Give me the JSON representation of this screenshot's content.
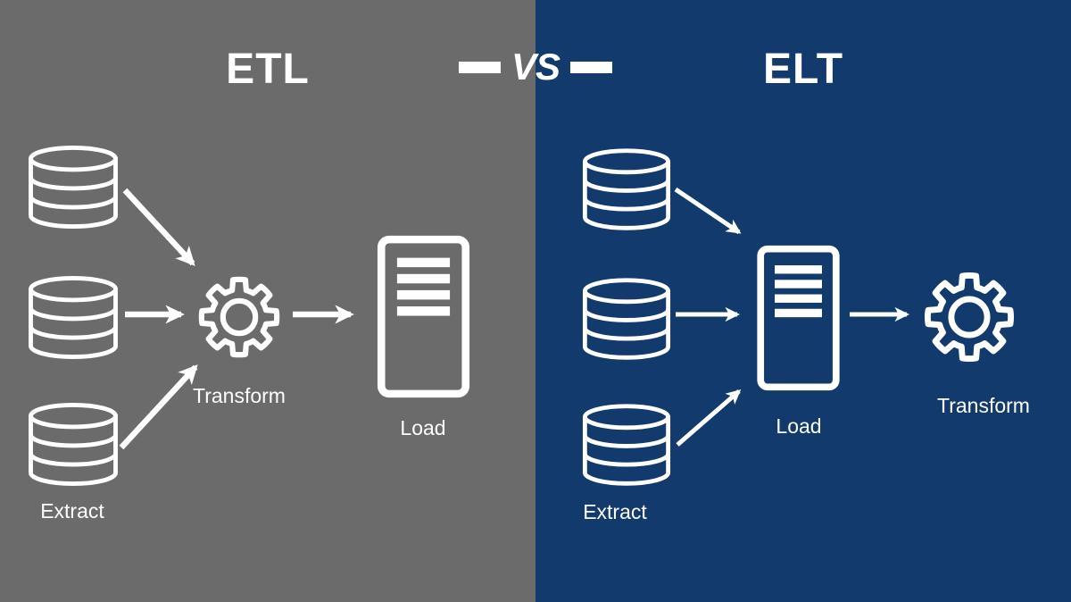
{
  "header": {
    "left_title": "ETL",
    "vs_label": "VS",
    "right_title": "ELT"
  },
  "left_panel": {
    "title": "ETL",
    "background_color": "#6b6b6b",
    "flow_order": [
      "Extract",
      "Transform",
      "Load"
    ],
    "labels": {
      "extract": "Extract",
      "transform": "Transform",
      "load": "Load"
    }
  },
  "right_panel": {
    "title": "ELT",
    "background_color": "#133a6d",
    "flow_order": [
      "Extract",
      "Load",
      "Transform"
    ],
    "labels": {
      "extract": "Extract",
      "load": "Load",
      "transform": "Transform"
    }
  },
  "icons": {
    "database": "database-cylinder",
    "transform": "gear",
    "load": "server-tower",
    "connector": "arrow"
  },
  "colors": {
    "icon_stroke": "#ffffff",
    "text": "#ffffff",
    "left_background": "#6b6b6b",
    "right_background": "#133a6d"
  }
}
